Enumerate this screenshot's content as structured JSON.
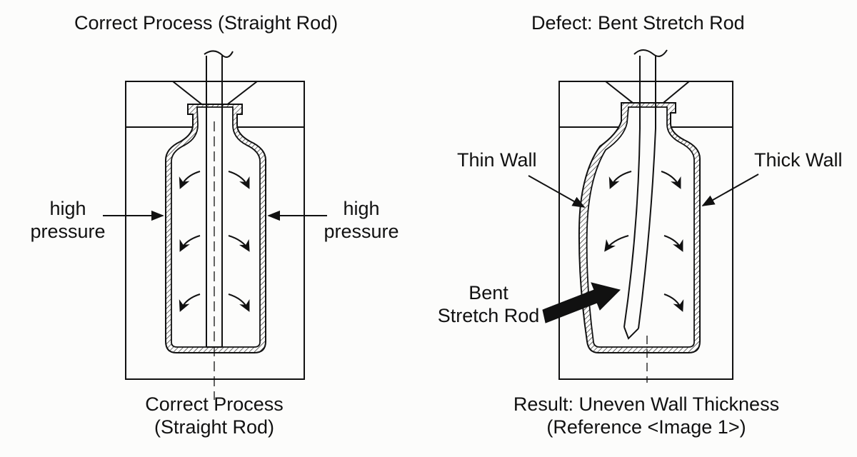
{
  "left_panel": {
    "title": "Correct Process (Straight Rod)",
    "left_pressure": {
      "line1": "high",
      "line2": "pressure"
    },
    "right_pressure": {
      "line1": "high",
      "line2": "pressure"
    },
    "caption": {
      "line1": "Correct Process",
      "line2": "(Straight Rod)"
    }
  },
  "right_panel": {
    "title": "Defect: Bent Stretch Rod",
    "thin_wall": "Thin Wall",
    "thick_wall": "Thick Wall",
    "rod_label": {
      "line1": "Bent",
      "line2": "Stretch Rod"
    },
    "caption": {
      "line1": "Result: Uneven Wall Thickness",
      "line2": "(Reference <Image 1>)"
    }
  }
}
